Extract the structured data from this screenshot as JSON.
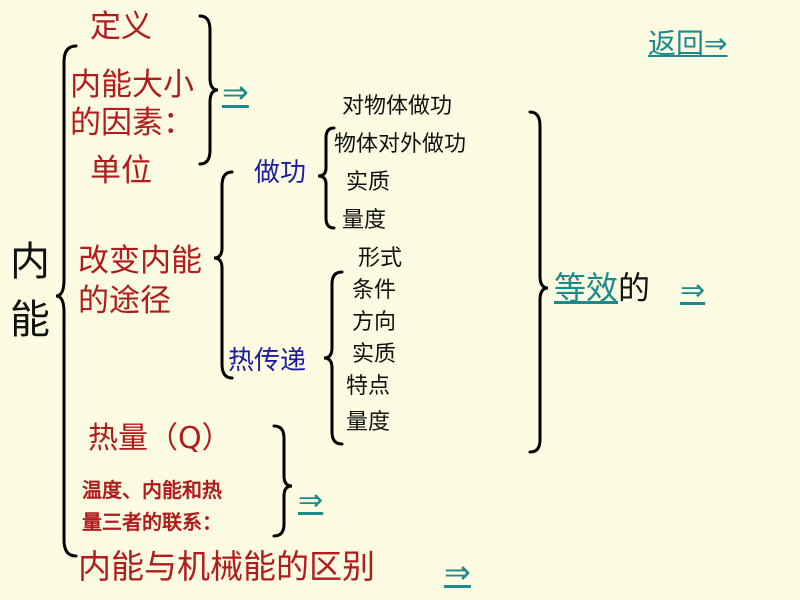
{
  "root": {
    "line1": "内",
    "line2": "能"
  },
  "top_group": {
    "definition": "定义",
    "factors_line1": "内能大小",
    "factors_line2": "的因素：",
    "unit": "单位",
    "link_arrow": "⇒"
  },
  "change": {
    "line1": "改变内能",
    "line2": "的途径",
    "work": {
      "label": "做功",
      "items": [
        "对物体做功",
        "物体对外做功",
        "实质",
        "量度"
      ]
    },
    "heat_transfer": {
      "label": "热传递",
      "items": [
        "形式",
        "条件",
        "方向",
        "实质",
        "特点",
        "量度"
      ]
    },
    "equivalent_link": "等效",
    "equivalent_suffix": "的",
    "equivalent_arrow": "⇒"
  },
  "heat": {
    "label": "热量（Q）",
    "relation_line1": "温度、内能和热",
    "relation_line2": "量三者的联系：",
    "link_arrow": "⇒"
  },
  "difference": {
    "label": "内能与机械能的区别",
    "link_arrow": "⇒"
  },
  "nav": {
    "back": "返回⇒"
  }
}
